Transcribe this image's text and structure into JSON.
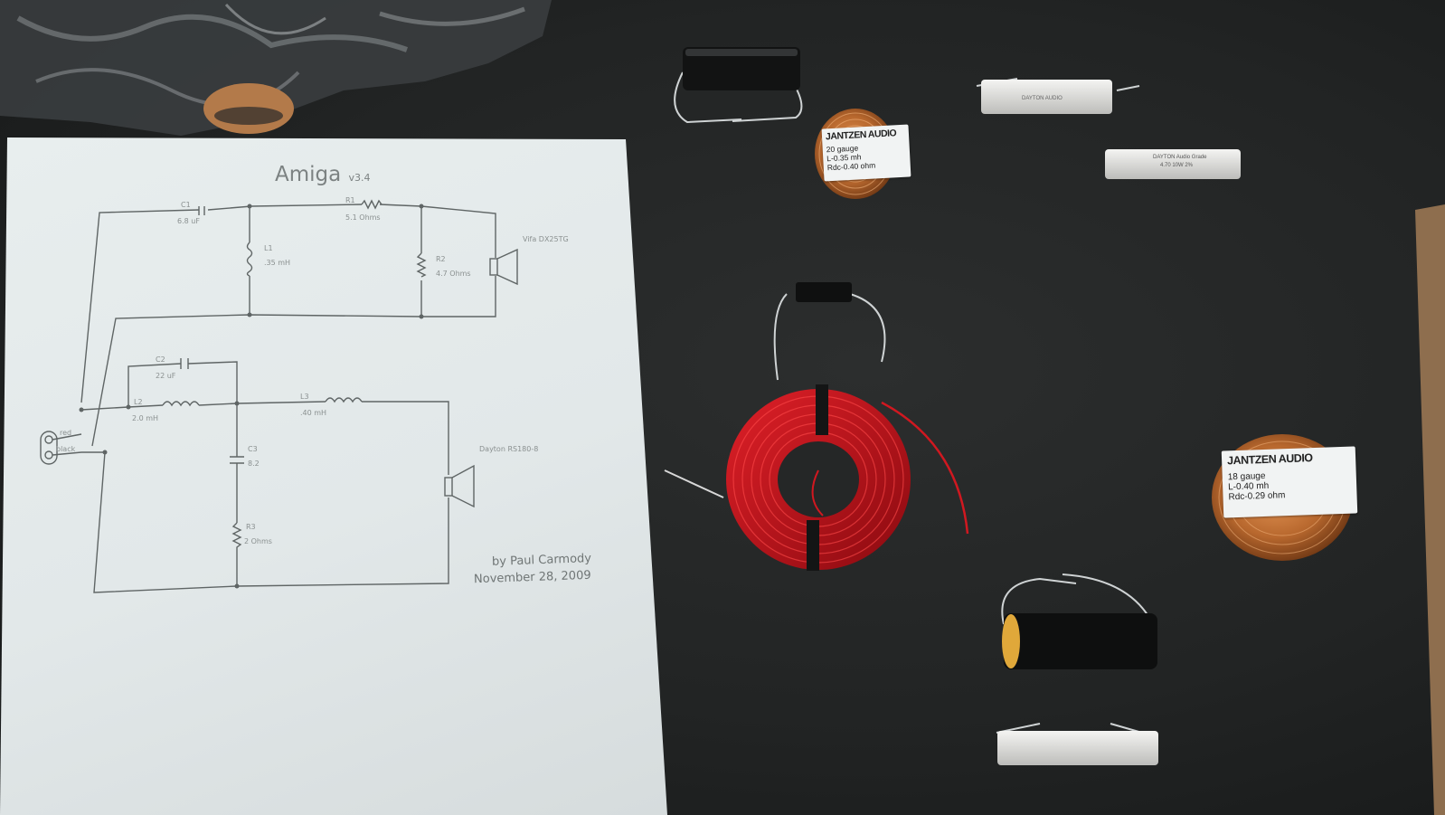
{
  "schematic": {
    "title": "Amiga",
    "version": "v3.4",
    "author": "by Paul Carmody",
    "date": "November 28, 2009",
    "parts": {
      "c1_name": "C1",
      "c1_value": "6.8 uF",
      "r1_name": "R1",
      "r1_value": "5.1 Ohms",
      "l1_name": "L1",
      "l1_value": ".35 mH",
      "r2_name": "R2",
      "r2_value": "4.7 Ohms",
      "tweeter": "Vifa DX25TG",
      "c2_name": "C2",
      "c2_value": "22 uF",
      "l2_name": "L2",
      "l2_value": "2.0 mH",
      "l3_name": "L3",
      "l3_value": ".40 mH",
      "c3_name": "C3",
      "c3_value": "8.2",
      "r3_name": "R3",
      "r3_value": "2 Ohms",
      "woofer": "Dayton RS180-8",
      "wire_red": "red",
      "wire_black": "black"
    }
  },
  "inductor_small": {
    "brand": "JANTZEN AUDIO",
    "gauge": "20 gauge",
    "inductance": "L-0.35 mh",
    "resistance": "Rdc-0.40 ohm"
  },
  "inductor_large": {
    "brand": "JANTZEN AUDIO",
    "gauge": "18 gauge",
    "inductance": "L-0.40 mh",
    "resistance": "Rdc-0.29 ohm"
  },
  "resistor_right": {
    "line1": "DAYTON Audio Grade",
    "line2": "4.70  10W  2%"
  },
  "colors": {
    "background": "#232525",
    "paper": "#e3e9ea",
    "red_coil": "#c8141c",
    "copper": "#c8783c"
  }
}
